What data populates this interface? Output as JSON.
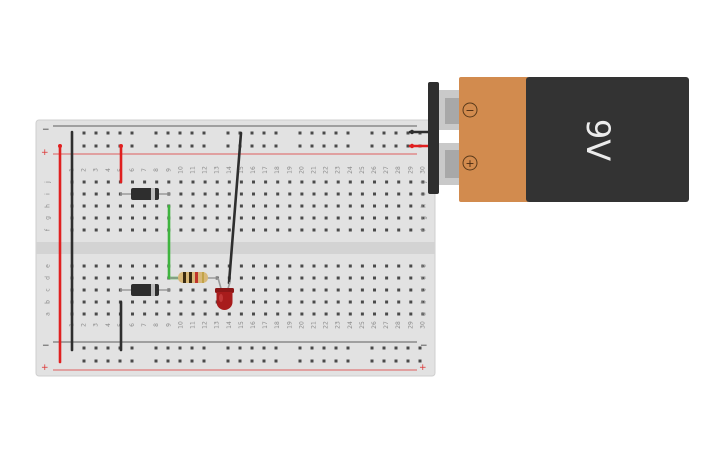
{
  "breadboard": {
    "columns": 30,
    "rows_top": [
      "j",
      "i",
      "h",
      "g",
      "f"
    ],
    "rows_bottom": [
      "e",
      "d",
      "c",
      "b",
      "a"
    ],
    "rail_minus": "−",
    "rail_plus": "+"
  },
  "battery": {
    "label": "9V",
    "terminal_minus": "−",
    "terminal_plus": "+",
    "colors": {
      "cap": "#d28b4e",
      "body": "#333333"
    }
  },
  "components": [
    {
      "name": "diode-top",
      "type": "diode"
    },
    {
      "name": "diode-bottom",
      "type": "diode"
    },
    {
      "name": "resistor",
      "type": "resistor"
    },
    {
      "name": "led",
      "type": "led",
      "color": "#a81c1c"
    }
  ],
  "wires": {
    "red": "#e02020",
    "black": "#2e2e2e",
    "green": "#3fb43f"
  }
}
